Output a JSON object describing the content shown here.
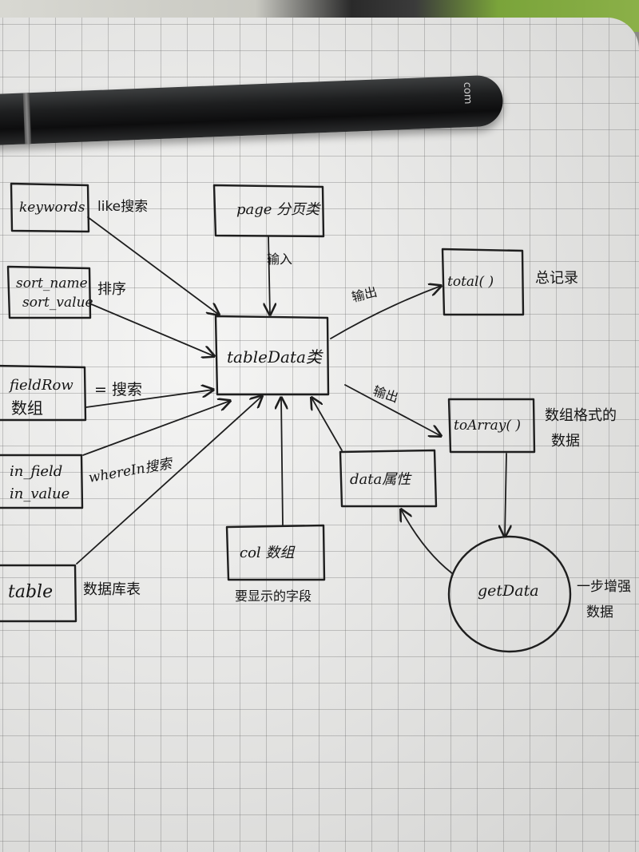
{
  "nodes": {
    "keywords": "keywords",
    "sort_name": "sort_name",
    "sort_value": "sort_value",
    "fieldrow_1": "fieldRow",
    "fieldrow_2": "数组",
    "in_field": "in_field",
    "in_value": "in_value",
    "table": "table",
    "page": "page 分页类",
    "tabledata": "tableData类",
    "col": "col 数组",
    "data_attr": "data属性",
    "total": "total( )",
    "toarray": "toArray( )",
    "getdata": "getData"
  },
  "labels": {
    "like_search": "like搜索",
    "sort": "排序",
    "eq_search": "= 搜索",
    "wherein_search": "whereIn搜索",
    "db_table": "数据库表",
    "input": "输入",
    "output_1": "输出",
    "output_2": "输出",
    "total_records": "总记录",
    "array_format_1": "数组格式的",
    "array_format_2": "数据",
    "display_fields": "要显示的字段",
    "step_fetch_1": "一步增强",
    "step_fetch_2": "数据"
  },
  "pen_text": "com"
}
